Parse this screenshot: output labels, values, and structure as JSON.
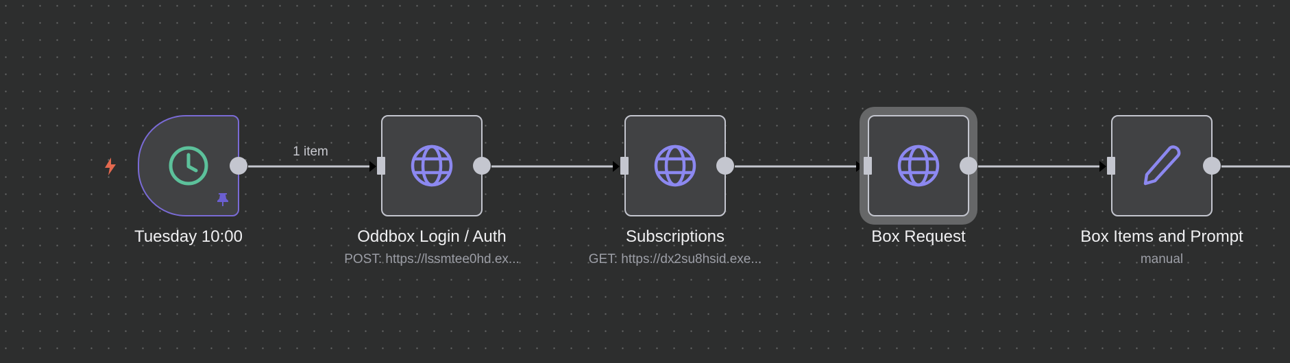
{
  "canvas": {
    "background": "#2d2e2e",
    "dot_color": "#6a6b6b"
  },
  "colors": {
    "node_fill": "#414244",
    "node_border": "#c4c6cf",
    "trigger_border": "#7a6bd6",
    "icon_purple": "#8c88f0",
    "icon_green": "#5cc19b",
    "bolt_red": "#e3694f",
    "selected_halo": "#666768",
    "edge": "#c4c6cf"
  },
  "trigger_indicator": {
    "icon": "lightning-bolt-icon"
  },
  "nodes": [
    {
      "id": "tuesday",
      "label": "Tuesday 10:00",
      "subtitle": "",
      "icon": "clock-icon",
      "type": "trigger",
      "pinned": true,
      "selected": false
    },
    {
      "id": "login",
      "label": "Oddbox Login / Auth",
      "subtitle": "POST: https://lssmtee0hd.ex...",
      "icon": "globe-icon",
      "type": "http",
      "selected": false
    },
    {
      "id": "subscriptions",
      "label": "Subscriptions",
      "subtitle": "GET: https://dx2su8hsid.exe...",
      "icon": "globe-icon",
      "type": "http",
      "selected": false
    },
    {
      "id": "box-request",
      "label": "Box Request",
      "subtitle": "",
      "icon": "globe-icon",
      "type": "http",
      "selected": true
    },
    {
      "id": "box-items",
      "label": "Box Items and Prompt",
      "subtitle": "manual",
      "icon": "pencil-icon",
      "type": "set",
      "selected": false
    }
  ],
  "edges": [
    {
      "from": "tuesday",
      "to": "login",
      "label": "1 item"
    },
    {
      "from": "login",
      "to": "subscriptions",
      "label": ""
    },
    {
      "from": "subscriptions",
      "to": "box-request",
      "label": ""
    },
    {
      "from": "box-request",
      "to": "box-items",
      "label": ""
    },
    {
      "from": "box-items",
      "to": "",
      "label": ""
    }
  ]
}
